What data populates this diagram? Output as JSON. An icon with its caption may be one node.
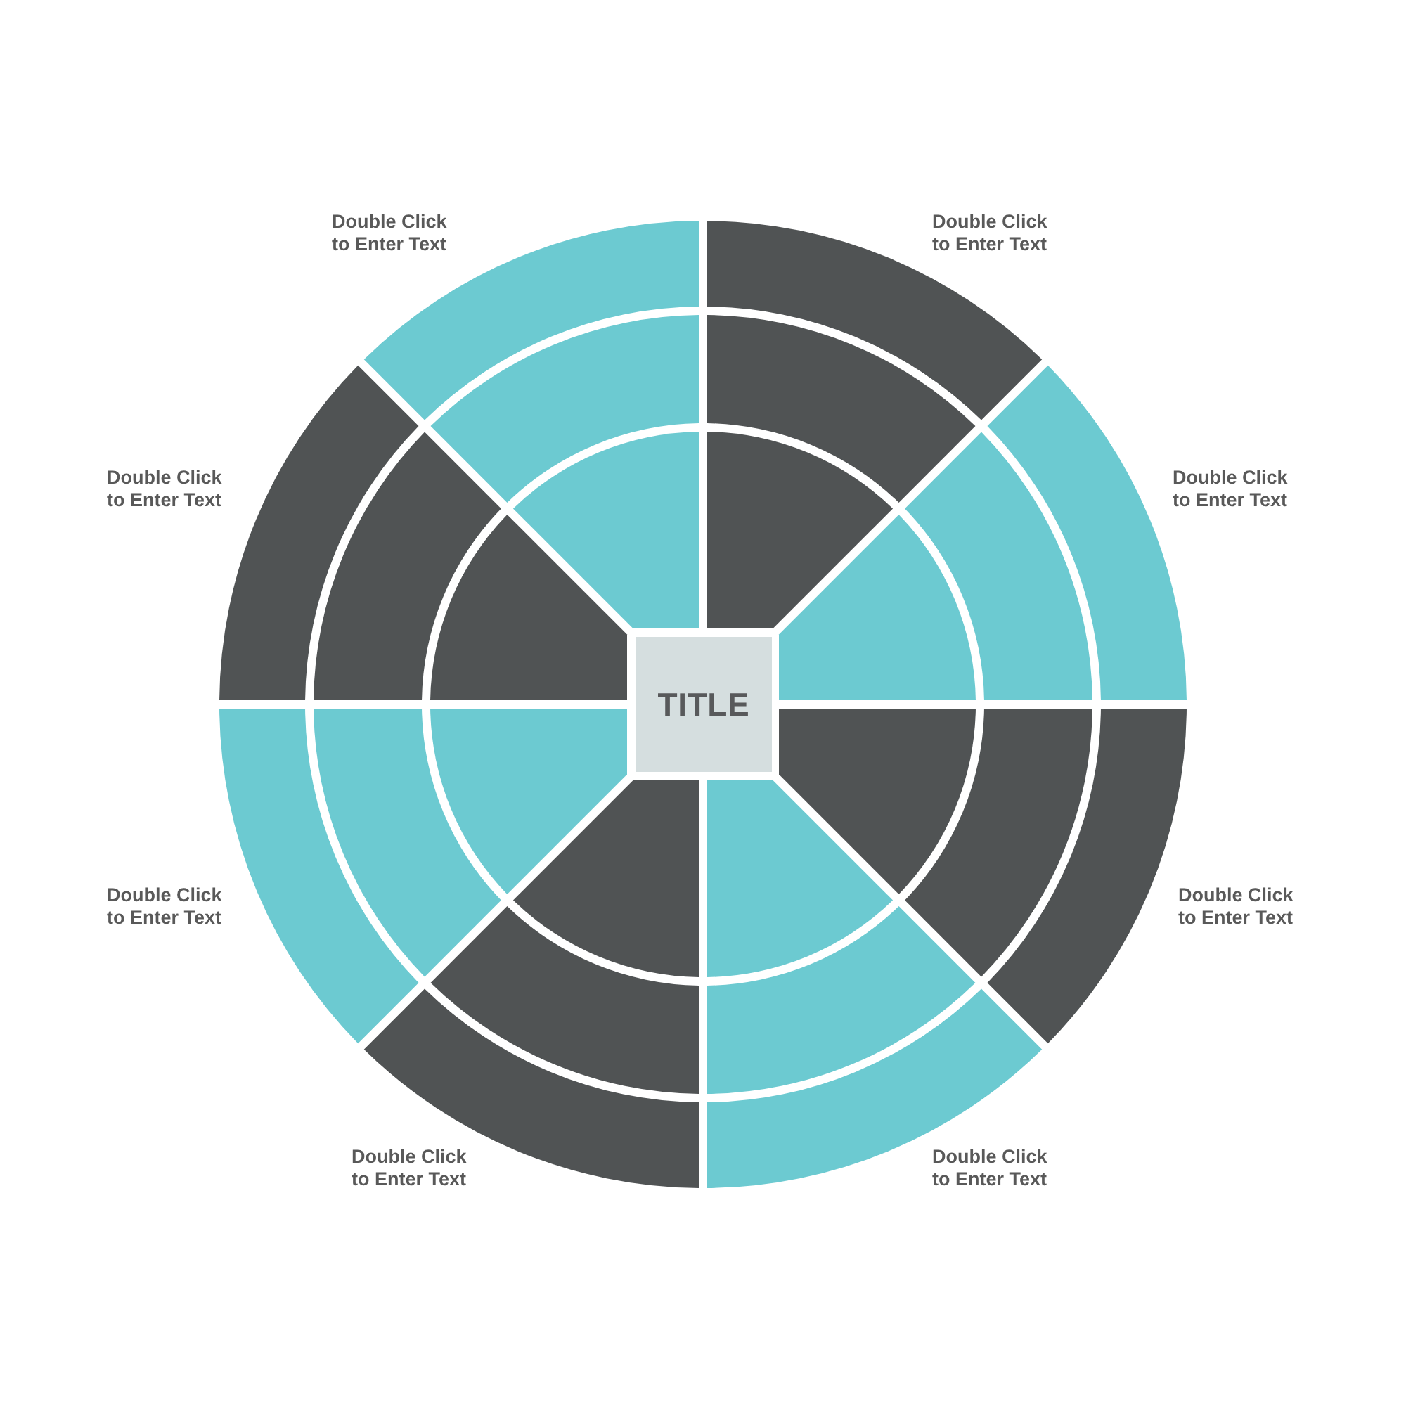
{
  "diagram": {
    "nodes": [
      {
        "text": [
          "TITLE"
        ]
      },
      {
        "text": [],
        "shape": "segment"
      },
      {
        "text": [],
        "shape": "segment"
      },
      {
        "text": [],
        "shape": "segment",
        "beside": [
          "Double Click to Enter Text"
        ]
      },
      {
        "text": [],
        "shape": "segment"
      },
      {
        "text": [],
        "shape": "segment"
      },
      {
        "text": [],
        "shape": "segment",
        "beside": [
          "Double Click to Enter Text"
        ]
      },
      {
        "text": [],
        "shape": "segment"
      },
      {
        "text": [],
        "shape": "segment"
      },
      {
        "text": [],
        "shape": "segment",
        "beside": [
          "Double Click to Enter Text"
        ]
      },
      {
        "text": [],
        "shape": "segment"
      },
      {
        "text": [],
        "shape": "segment"
      },
      {
        "text": [],
        "shape": "segment",
        "beside": [
          "Double Click to Enter Text"
        ]
      },
      {
        "text": [],
        "shape": "segment"
      },
      {
        "text": [],
        "shape": "segment"
      },
      {
        "text": [],
        "shape": "segment",
        "beside": [
          "Double Click to Enter Text"
        ]
      },
      {
        "text": [],
        "shape": "segment"
      },
      {
        "text": [],
        "shape": "segment"
      },
      {
        "text": [],
        "shape": "segment",
        "beside": [
          "Double Click to Enter Text"
        ]
      },
      {
        "text": [],
        "shape": "segment"
      },
      {
        "text": [],
        "shape": "segment"
      },
      {
        "text": [],
        "shape": "segment",
        "beside": [
          "Double Click to Enter Text"
        ]
      },
      {
        "text": [],
        "shape": "segment"
      },
      {
        "text": [],
        "shape": "segment"
      },
      {
        "text": [],
        "shape": "segment",
        "beside": [
          "Double Click to Enter Text"
        ]
      }
    ]
  }
}
